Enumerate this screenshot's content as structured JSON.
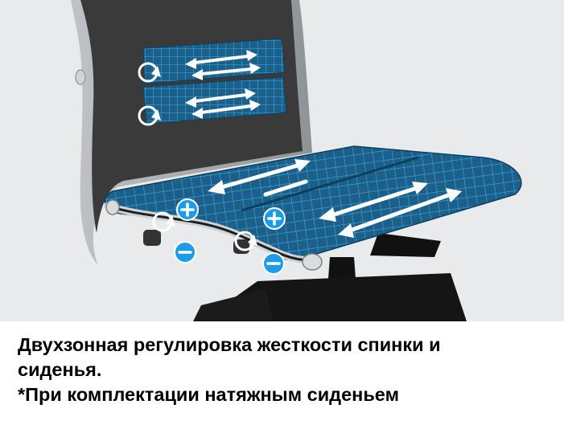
{
  "caption": {
    "line1": "Двухзонная регулировка жесткости спинки и",
    "line2": "сиденья.",
    "line3": "*При комплектации натяжным сиденьем"
  },
  "colors": {
    "background": "#e8eaeb",
    "frame": "#2a2a2a",
    "mesh": "#1e6f9f",
    "grid": "#2f9fe0",
    "adjust_badge": "#1e9be6",
    "arrow": "#ffffff"
  },
  "icons": {
    "increase": "plus-icon",
    "decrease": "minus-icon",
    "rotate": "rotate-arrow-icon"
  }
}
